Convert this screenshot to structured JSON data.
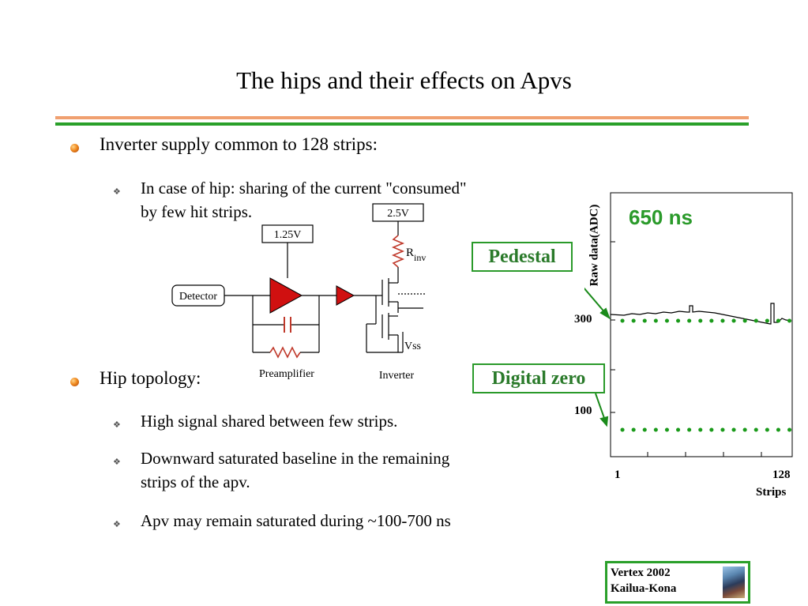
{
  "slide": {
    "title": "The hips and their effects on Apvs",
    "bullets": [
      {
        "text": "Inverter supply common to 128 strips:",
        "sub": [
          {
            "line1": "In case of hip: sharing of the current \"consumed\"",
            "line2": "by few hit strips."
          }
        ]
      },
      {
        "text": "Hip topology:",
        "sub": [
          {
            "line1": "High signal shared between few strips."
          },
          {
            "line1": "Downward saturated baseline in the remaining",
            "line2": "strips of the apv."
          },
          {
            "line1": "Apv may remain saturated during ~100-700 ns"
          }
        ]
      }
    ]
  },
  "circuit": {
    "detector": "Detector",
    "v125": "1.25V",
    "v25": "2.5V",
    "rinv": "R",
    "rinv_sub": "inv",
    "vss": "Vss",
    "preamp": "Preamplifier",
    "inverter": "Inverter"
  },
  "plot": {
    "title": "650 ns",
    "ylabel": "Raw data(ADC)",
    "xlabel": "Strips",
    "y300": "300",
    "y100": "100",
    "x1": "1",
    "x128": "128",
    "pedestal": "Pedestal",
    "digital_zero": "Digital zero"
  },
  "footer": {
    "line1": "Vertex 2002",
    "line2": "Kailua-Kona"
  },
  "colors": {
    "accent_green": "#2aa02a",
    "accent_orange": "#f0a070",
    "triangle_red": "#d01010"
  }
}
